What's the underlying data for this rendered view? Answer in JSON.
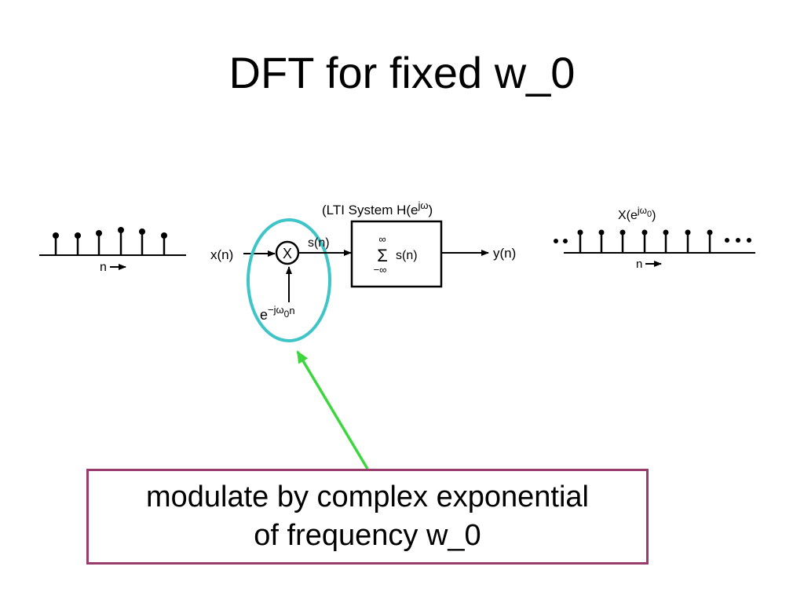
{
  "slide": {
    "title": "DFT for fixed w_0"
  },
  "diagram": {
    "input_label": "x(n)",
    "multiplier_symbol": "X",
    "product_label": "s(n)",
    "system_label_prefix": "(LTI System H(e",
    "system_label_sup": "jω",
    "system_label_suffix": ")",
    "sum_label": "s(n)",
    "sum_upper_limit": "∞",
    "sum_lower_limit": "−∞",
    "sum_symbol": "Σ",
    "output_label": "y(n)",
    "exponential_base": "e",
    "exponential_sup": "−jω",
    "exponential_sub": "0",
    "exponential_n": "n",
    "left_axis_label": "n",
    "right_axis_label": "n",
    "right_title_prefix": "X(e",
    "right_title_sup": "jω",
    "right_title_sub": "0",
    "right_title_suffix": ")",
    "highlight_color": "#3fc4c8",
    "arrow_color": "#3dd63d"
  },
  "callout": {
    "line1": "modulate by complex exponential",
    "line2": "of frequency w_0",
    "border_color": "#983c6e"
  }
}
